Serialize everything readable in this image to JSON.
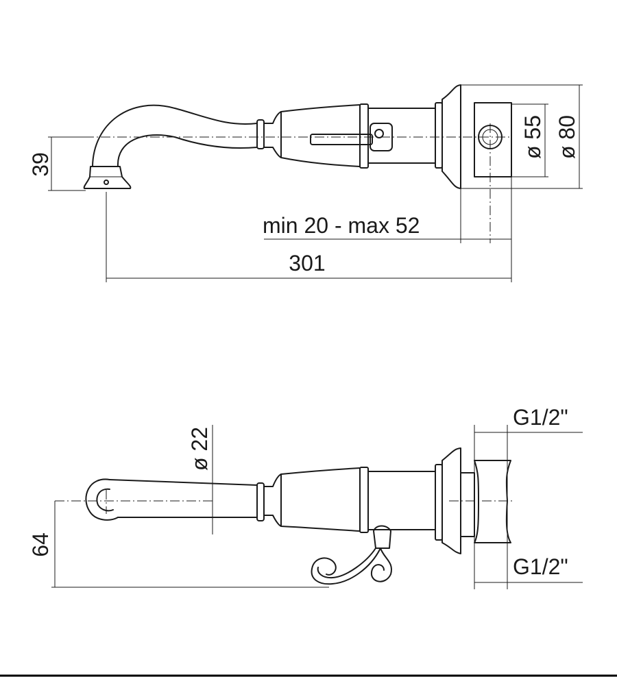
{
  "diagram": {
    "top_view": {
      "height_label": "39",
      "adjustment_label": "min 20 - max 52",
      "length_label": "301",
      "inner_diameter_label": "ø 55",
      "outer_diameter_label": "ø 80"
    },
    "bottom_view": {
      "spout_diameter_label": "ø 22",
      "offset_label": "64",
      "thread_top_label": "G1/2\"",
      "thread_bottom_label": "G1/2\""
    }
  }
}
